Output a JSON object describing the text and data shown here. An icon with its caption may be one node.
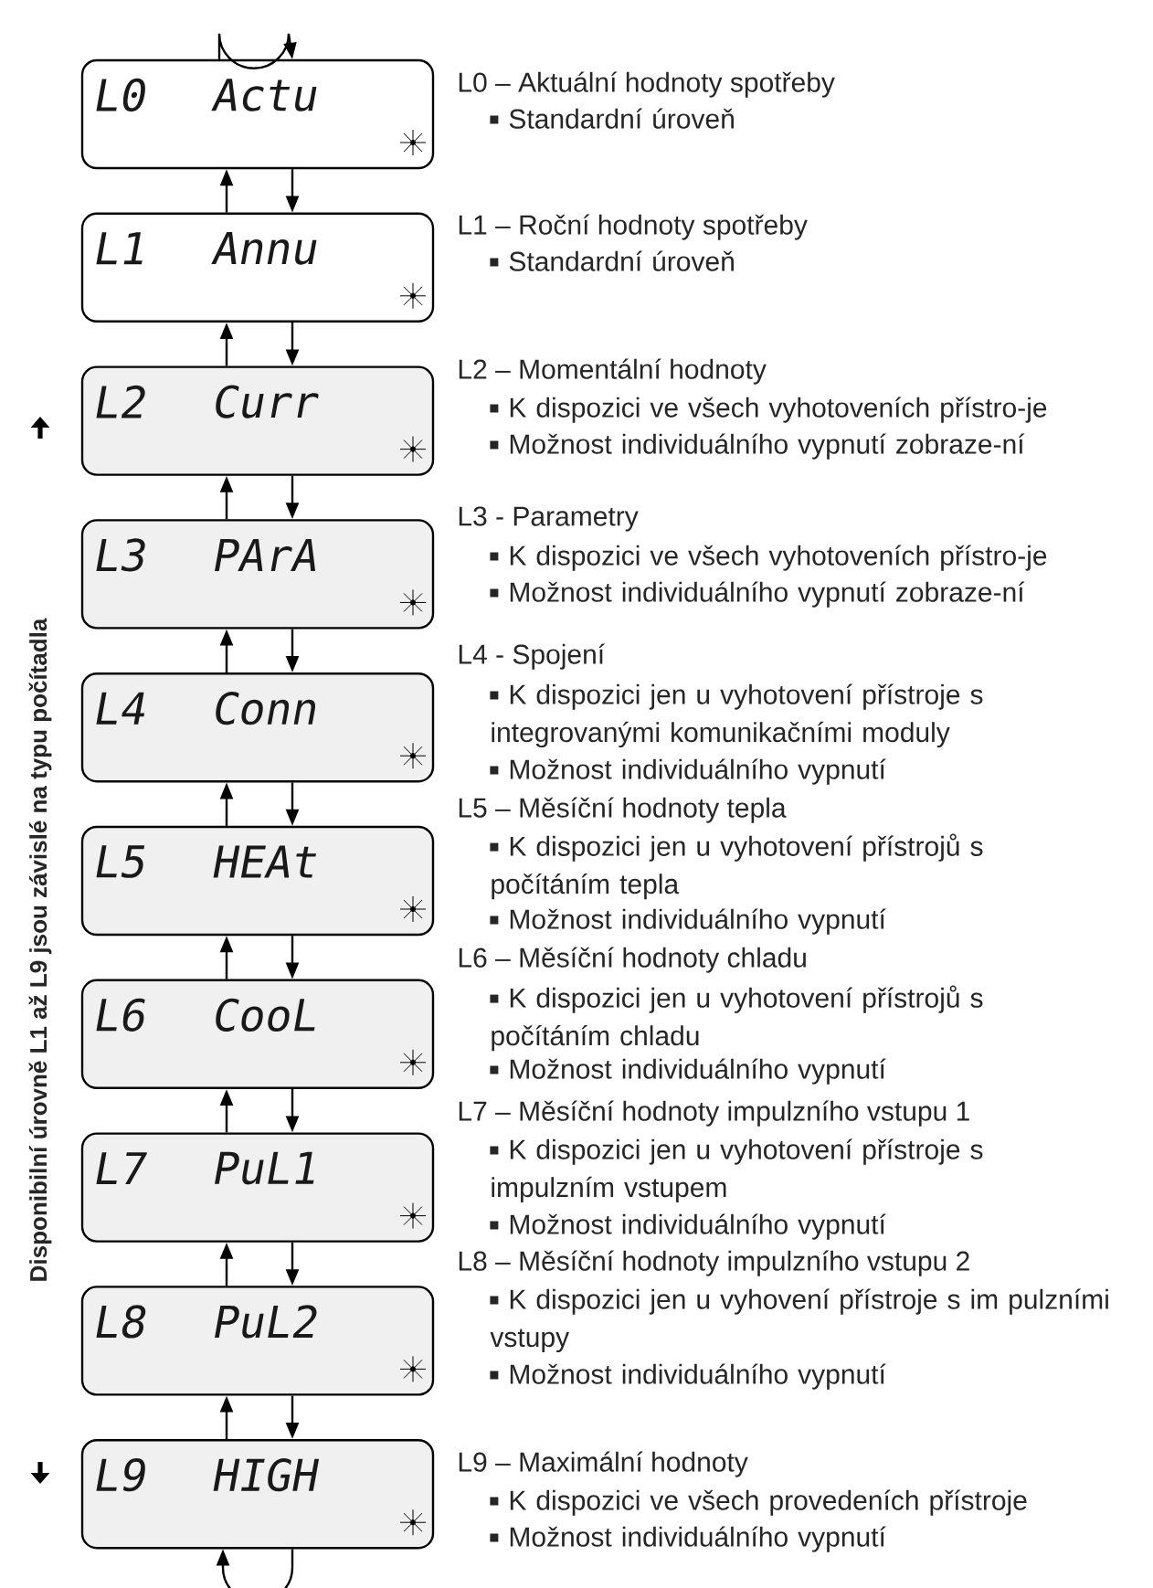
{
  "diagram": {
    "nodes": [
      {
        "text": [
          "L0",
          "Actu"
        ],
        "beside": [
          "L0 – Aktuální hodnoty spotřeby",
          "Standardní úroveň"
        ]
      },
      {
        "text": [
          "L1",
          "Annu"
        ],
        "beside": [
          "L1 – Roční hodnoty spotřeby",
          "Standardní úroveň"
        ]
      },
      {
        "text": [
          "L2",
          "Curr"
        ],
        "beside": [
          "L2 – Momentální hodnoty",
          "K dispozici ve všech vyhotoveních přístro-je",
          "Možnost individuálního vypnutí zobraze-ní"
        ]
      },
      {
        "text": [
          "L3",
          "PArA"
        ],
        "beside": [
          "L3 - Parametry",
          "K dispozici ve všech vyhotoveních přístro-je",
          "Možnost individuálního vypnutí zobraze-ní"
        ]
      },
      {
        "text": [
          "L4",
          "Conn"
        ],
        "beside": [
          "L4 - Spojení",
          "K dispozici jen u vyhotovení přístroje s integrovanými komunikačními moduly",
          "Možnost individuálního vypnutí"
        ]
      },
      {
        "text": [
          "L5",
          "HEAt"
        ],
        "beside": [
          "L5 – Měsíční hodnoty tepla",
          "K dispozici jen u vyhotovení přístrojů s počítáním tepla",
          "Možnost individuálního vypnutí"
        ]
      },
      {
        "text": [
          "L6",
          "CooL"
        ],
        "beside": [
          "L6 – Měsíční hodnoty chladu",
          "K dispozici jen u vyhotovení přístrojů s počítáním chladu",
          "Možnost individuálního vypnutí"
        ]
      },
      {
        "text": [
          "L7",
          "PuL1"
        ],
        "beside": [
          "L7 – Měsíční hodnoty impulzního vstupu 1",
          "K dispozici jen u vyhotovení přístroje s impulzním vstupem",
          "Možnost individuálního vypnutí"
        ]
      },
      {
        "text": [
          "L8",
          "PuL2"
        ],
        "beside": [
          "L8 – Měsíční hodnoty impulzního vstupu 2",
          "K dispozici jen u vyhovení přístroje s im pulzními vstupy",
          "Možnost individuálního vypnutí"
        ]
      },
      {
        "text": [
          "L9",
          "HIGH"
        ],
        "beside": [
          "L9 – Maximální hodnoty",
          "K dispozici ve všech provedeních přístroje",
          "Možnost individuálního vypnutí"
        ]
      }
    ],
    "edges": [
      {
        "from": 0,
        "to": 0,
        "arrow": "to"
      },
      {
        "from": 0,
        "to": 1,
        "arrow": "to"
      },
      {
        "from": 1,
        "to": 0,
        "arrow": "to"
      },
      {
        "from": 1,
        "to": 2,
        "arrow": "to"
      },
      {
        "from": 2,
        "to": 1,
        "arrow": "to"
      },
      {
        "from": 2,
        "to": 3,
        "arrow": "to"
      },
      {
        "from": 3,
        "to": 2,
        "arrow": "to"
      },
      {
        "from": 3,
        "to": 4,
        "arrow": "to"
      },
      {
        "from": 4,
        "to": 3,
        "arrow": "to"
      },
      {
        "from": 4,
        "to": 5,
        "arrow": "to"
      },
      {
        "from": 5,
        "to": 4,
        "arrow": "to"
      },
      {
        "from": 5,
        "to": 6,
        "arrow": "to"
      },
      {
        "from": 6,
        "to": 5,
        "arrow": "to"
      },
      {
        "from": 6,
        "to": 7,
        "arrow": "to"
      },
      {
        "from": 7,
        "to": 6,
        "arrow": "to"
      },
      {
        "from": 7,
        "to": 8,
        "arrow": "to"
      },
      {
        "from": 8,
        "to": 7,
        "arrow": "to"
      },
      {
        "from": 8,
        "to": 9,
        "arrow": "to"
      },
      {
        "from": 9,
        "to": 8,
        "arrow": "to"
      },
      {
        "from": 9,
        "to": 9,
        "arrow": "to"
      }
    ],
    "labels": [
      "Disponibilní úrovně  L1 až L9 jsou závislé na typu počítadla"
    ]
  }
}
